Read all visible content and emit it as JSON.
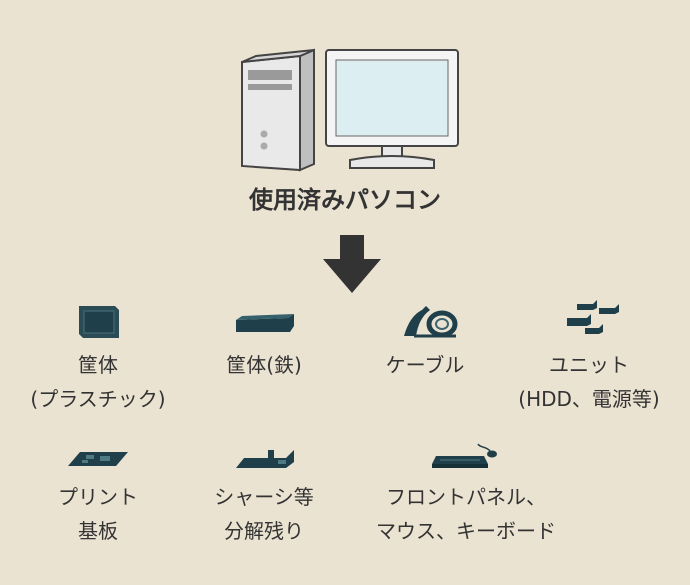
{
  "title": "使用済みパソコン",
  "items": [
    {
      "line1": "筐体",
      "line2": "(プラスチック)",
      "icon": "plastic-case-icon"
    },
    {
      "line1": "筐体(鉄)",
      "line2": "",
      "icon": "steel-case-icon"
    },
    {
      "line1": "ケーブル",
      "line2": "",
      "icon": "cable-icon"
    },
    {
      "line1": "ユニット",
      "line2": "(HDD、電源等)",
      "icon": "unit-icon"
    },
    {
      "line1": "プリント",
      "line2": "基板",
      "icon": "circuit-board-icon"
    },
    {
      "line1": "シャーシ等",
      "line2": "分解残り",
      "icon": "chassis-icon"
    },
    {
      "line1": "フロントパネル、",
      "line2": "マウス、キーボード",
      "icon": "keyboard-mouse-icon"
    }
  ],
  "colors": {
    "background": "#ebe3d2",
    "icon": "#1f3f4a",
    "arrow": "#333333"
  }
}
